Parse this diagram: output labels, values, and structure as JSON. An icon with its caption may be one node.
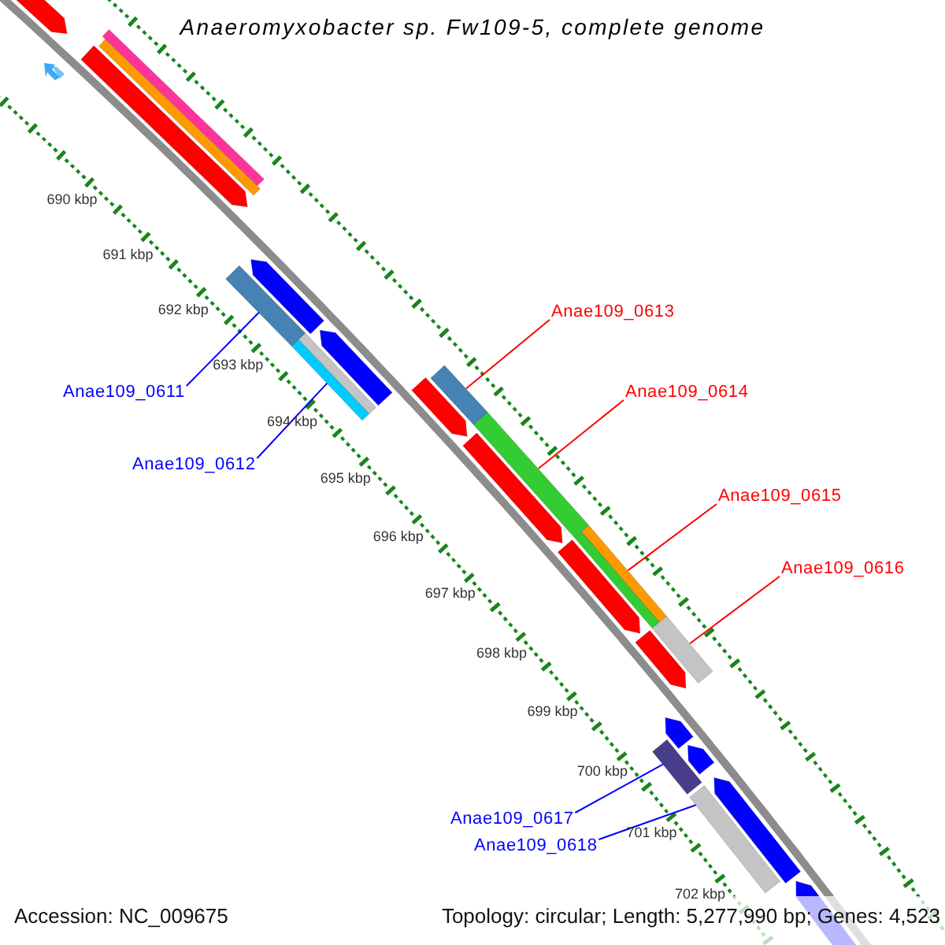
{
  "diagram": {
    "title": "Anaeromyxobacter sp. Fw109-5, complete genome",
    "nodes": [
      {
        "text": [
          "Anae109_0611"
        ]
      },
      {
        "text": [
          "Anae109_0612"
        ]
      },
      {
        "text": [
          "Anae109_0613"
        ]
      },
      {
        "text": [
          "Anae109_0614"
        ]
      },
      {
        "text": [
          "Anae109_0615"
        ]
      },
      {
        "text": [
          "Anae109_0616"
        ]
      },
      {
        "text": [
          "Anae109_0617"
        ]
      },
      {
        "text": [
          "Anae109_0618"
        ]
      },
      {
        "text": [],
        "shape": "bar"
      },
      {
        "text": [],
        "shape": "bar"
      },
      {
        "text": [],
        "shape": "bar"
      },
      {
        "text": [],
        "shape": "bar"
      },
      {
        "text": [],
        "shape": "bar"
      },
      {
        "text": [],
        "shape": "bar"
      },
      {
        "text": [],
        "shape": "bar"
      },
      {
        "text": [],
        "shape": "bar"
      }
    ],
    "edges": [
      {
        "from": 0,
        "to": 8,
        "arrow": "none",
        "color": "#0000ff"
      },
      {
        "from": 1,
        "to": 9,
        "arrow": "none",
        "color": "#0000ff"
      },
      {
        "from": 2,
        "to": 10,
        "arrow": "none",
        "color": "#ff0000"
      },
      {
        "from": 3,
        "to": 11,
        "arrow": "none",
        "color": "#ff0000"
      },
      {
        "from": 4,
        "to": 12,
        "arrow": "none",
        "color": "#ff0000"
      },
      {
        "from": 5,
        "to": 13,
        "arrow": "none",
        "color": "#ff0000"
      },
      {
        "from": 6,
        "to": 14,
        "arrow": "none",
        "color": "#0000ff"
      },
      {
        "from": 7,
        "to": 15,
        "arrow": "none",
        "color": "#0000ff"
      }
    ],
    "labels": [
      "690 kbp",
      "691 kbp",
      "692 kbp",
      "693 kbp",
      "694 kbp",
      "695 kbp",
      "696 kbp",
      "697 kbp",
      "698 kbp",
      "699 kbp",
      "700 kbp",
      "701 kbp",
      "702 kbp",
      "Accession: NC_009675",
      "Topology: circular; Length: 5,277,990 bp; Genes: 4,523"
    ]
  }
}
